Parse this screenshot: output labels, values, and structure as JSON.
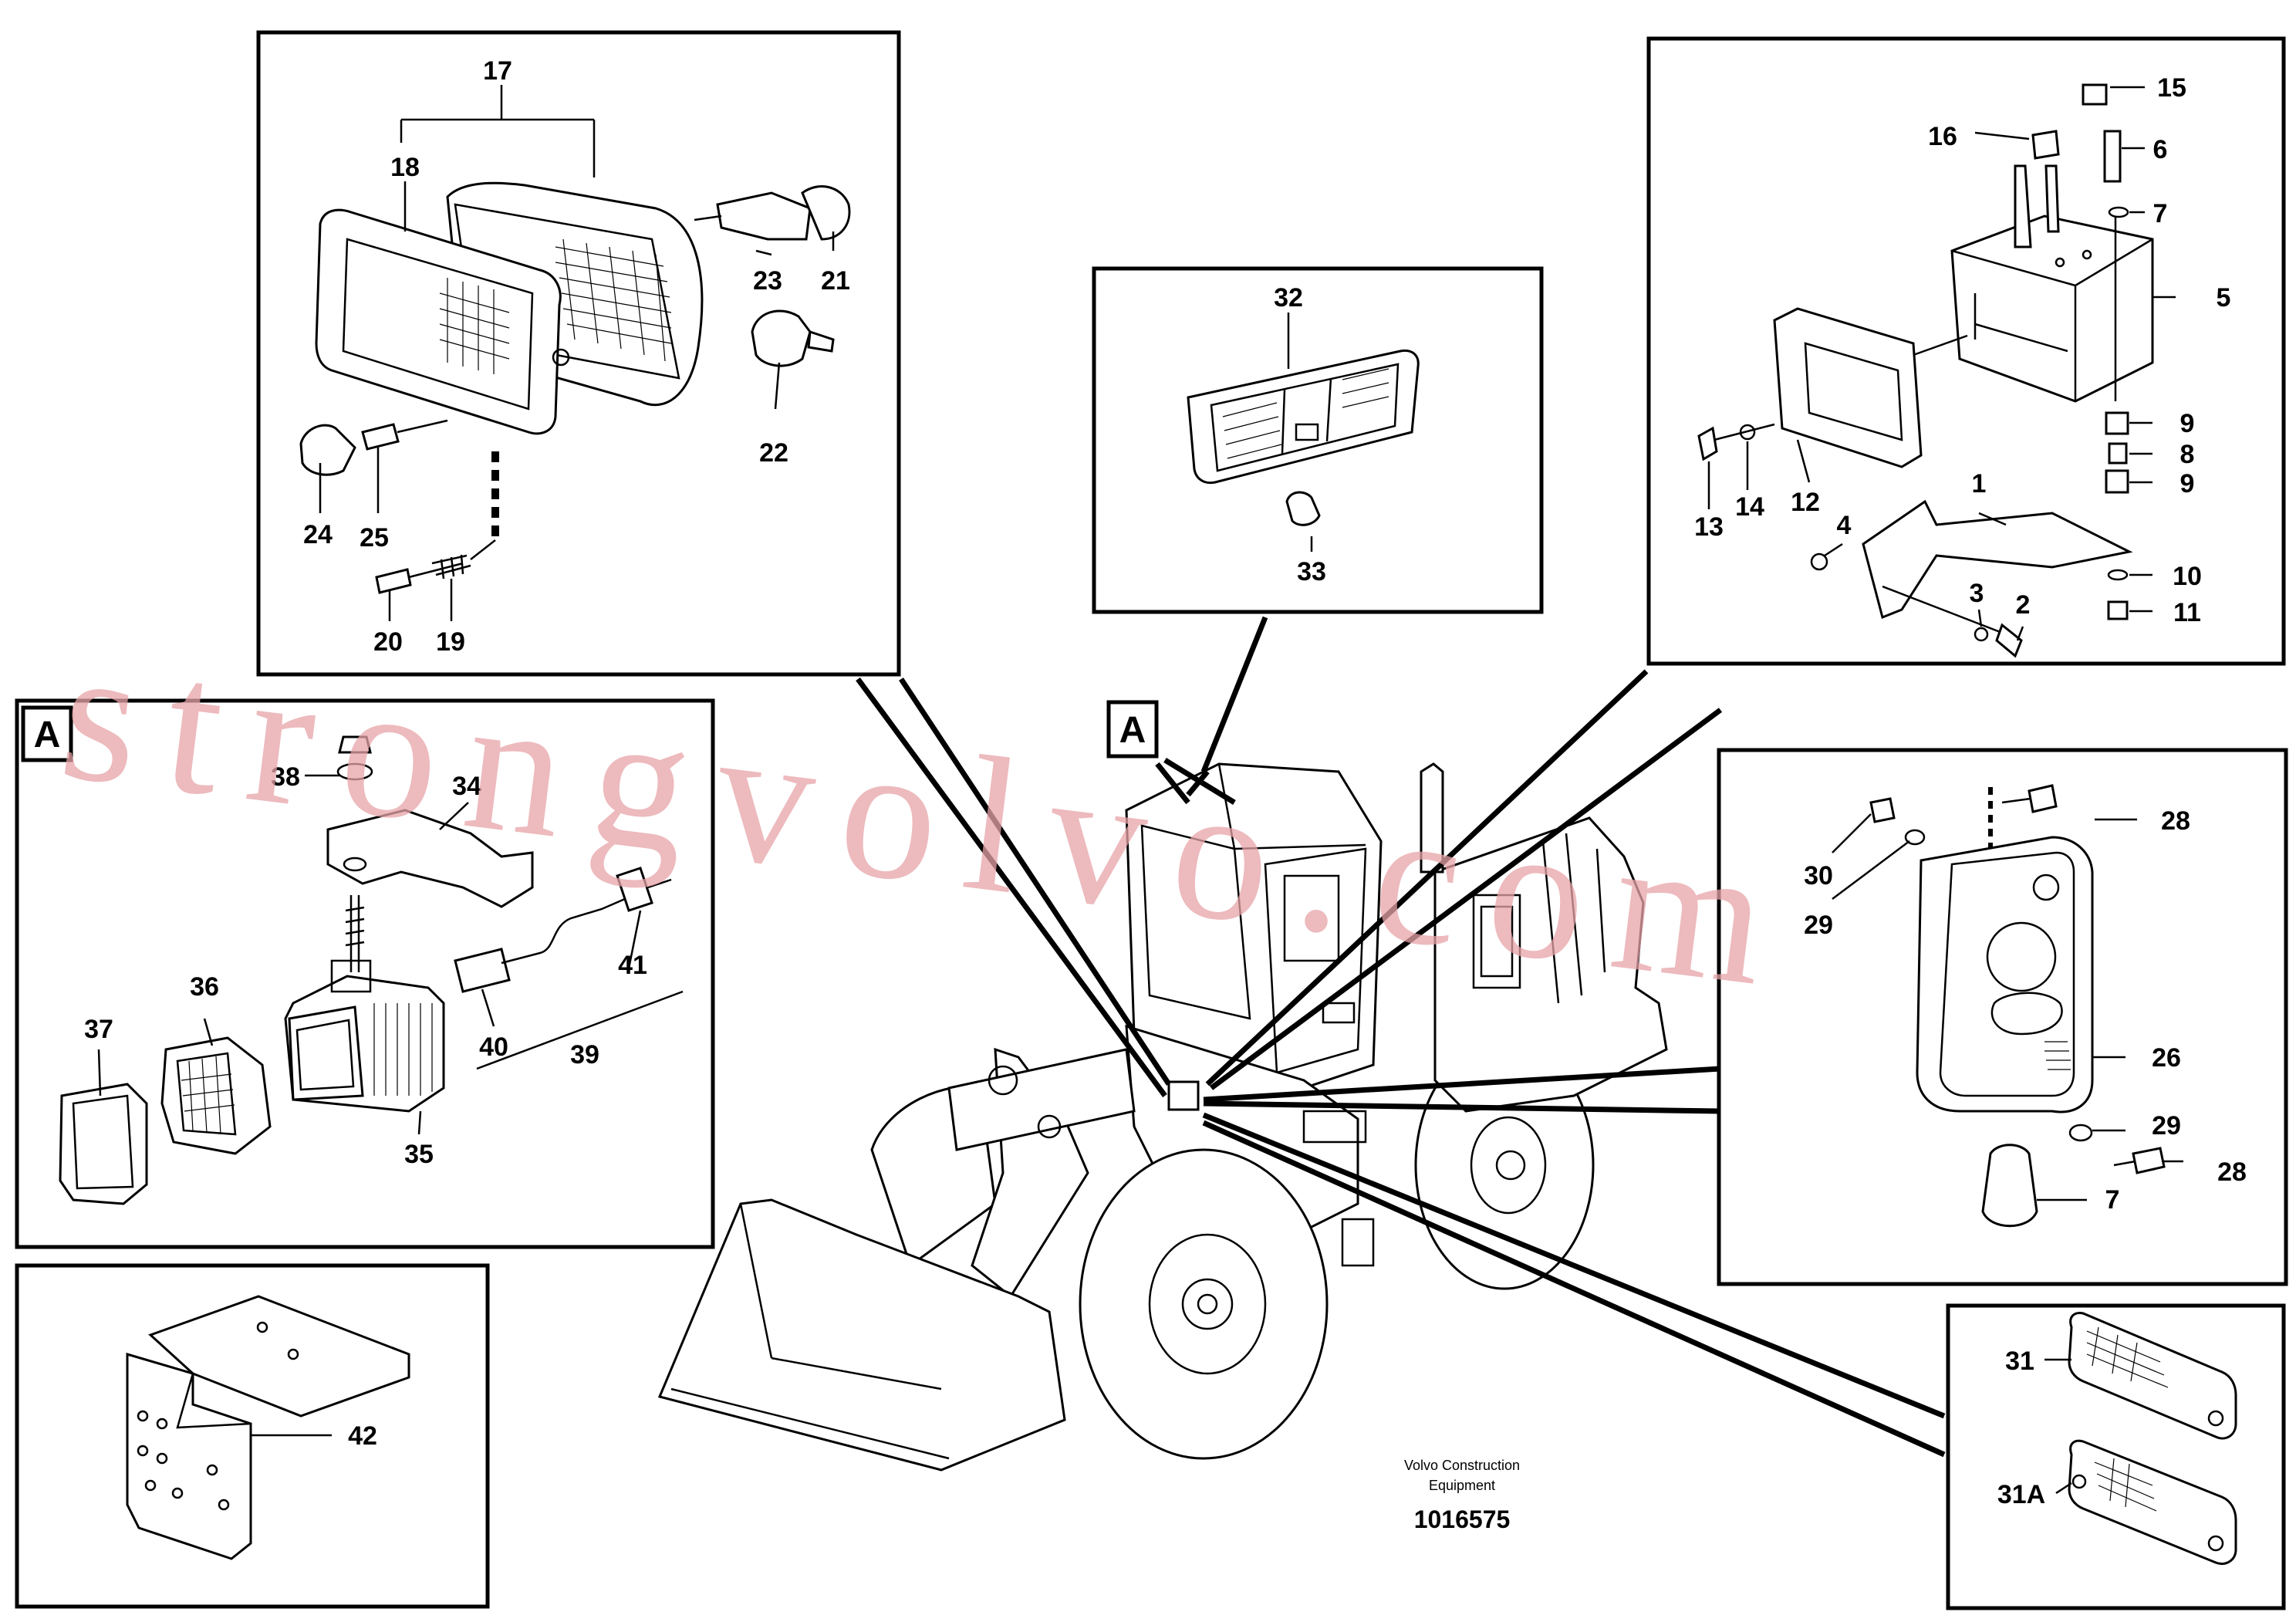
{
  "diagram": {
    "callouts": {
      "c1": "1",
      "c2": "2",
      "c3": "3",
      "c4": "4",
      "c5": "5",
      "c6": "6",
      "c7a": "7",
      "c7b": "7",
      "c8": "8",
      "c9a": "9",
      "c9b": "9",
      "c10": "10",
      "c11": "11",
      "c12": "12",
      "c13": "13",
      "c14": "14",
      "c15": "15",
      "c16": "16",
      "c17": "17",
      "c18": "18",
      "c19": "19",
      "c20": "20",
      "c21": "21",
      "c22": "22",
      "c23": "23",
      "c24": "24",
      "c25": "25",
      "c26": "26",
      "c28a": "28",
      "c28b": "28",
      "c29a": "29",
      "c29b": "29",
      "c30": "30",
      "c31": "31",
      "c31a": "31A",
      "c32": "32",
      "c33": "33",
      "c34": "34",
      "c35": "35",
      "c36": "36",
      "c37": "37",
      "c38": "38",
      "c39": "39",
      "c40": "40",
      "c41": "41",
      "c42": "42"
    },
    "detail_marker": "A",
    "machine_marker": "A",
    "footer_company_line1": "Volvo Construction",
    "footer_company_line2": "Equipment",
    "drawing_number": "1016575",
    "watermark": "strongvolvo.com"
  }
}
